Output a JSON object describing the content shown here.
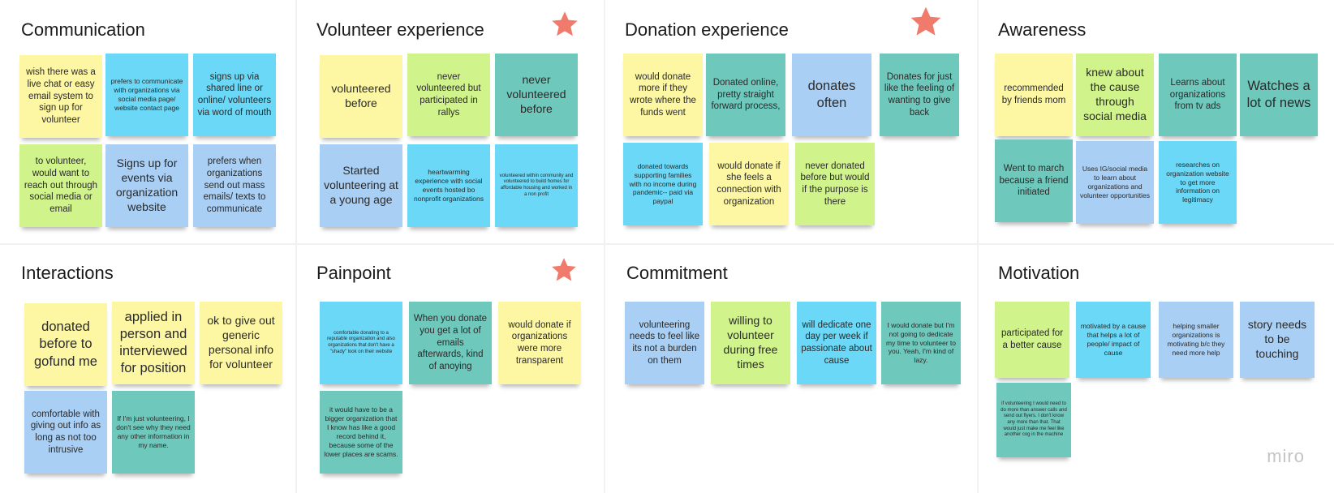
{
  "colors": {
    "yellow": "#fdf7a4",
    "green": "#d0f38c",
    "cyan": "#6ad8f6",
    "blue": "#a9cff4",
    "teal": "#6fc8bc",
    "star": "#f07b6c"
  },
  "watermark": "miro",
  "sections": {
    "communication": {
      "title": "Communication",
      "notes": [
        "wish there was a live chat or easy email system to sign up for volunteer",
        "prefers to communicate with organizations via social media page/ website contact page",
        "signs up via shared line or online/ volunteers via word of mouth",
        "to volunteer, would want to reach out through social media or email",
        "Signs up for events via organization website",
        "prefers when organizations send out mass emails/ texts to communicate"
      ]
    },
    "volunteer": {
      "title": "Volunteer experience",
      "starred": true,
      "notes": [
        "volunteered before",
        "never volunteered but participated in rallys",
        "never volunteered before",
        "Started volunteering at a young age",
        "heartwarming experience with social events hosted bo nonprofit organizations",
        "volunteered within community and volunteered to build homes for affordable housing and worked in a non profit"
      ]
    },
    "donation": {
      "title": "Donation experience",
      "starred": true,
      "notes": [
        "would donate more if they wrote where the funds went",
        "Donated online, pretty straight forward process,",
        "donates often",
        "Donates for just like the feeling of wanting to give back",
        "donated towards supporting families with no income during pandemic-- paid via paypal",
        "would donate if she feels a connection with organization",
        "never donated before but would if the purpose is there"
      ]
    },
    "awareness": {
      "title": "Awareness",
      "notes": [
        "recommended by friends mom",
        "knew about the cause through social media",
        "Learns about organizations from tv ads",
        "Watches a lot of news",
        "Went to march because a friend initiated",
        "Uses IG/social media to learn about organizations and volunteer opportunities",
        "researches on organization website to get more information on legitimacy"
      ]
    },
    "interactions": {
      "title": "Interactions",
      "notes": [
        "donated before to gofund me",
        "applied in person and interviewed for position",
        "ok to give out generic personal info for volunteer",
        "comfortable with giving out info as long as not too intrusive",
        "If I'm just volunteering, I don't see why they need any other information in my name."
      ]
    },
    "painpoint": {
      "title": "Painpoint",
      "starred": true,
      "notes": [
        "comfortable donating to a reputable organization and also organizations that don't have a \"shady\" look on their website",
        "When you donate you get a lot of emails afterwards, kind of anoying",
        "would donate if organizations were more transparent",
        "it would have to be a bigger organization that I know has like a good record behind it, because some of the lower places are scams."
      ]
    },
    "commitment": {
      "title": "Commitment",
      "notes": [
        "volunteering needs to feel like its not a burden on them",
        "willing to volunteer during free times",
        "will dedicate one day per week if passionate about cause",
        "I would donate but I'm not going to dedicate my time to volunteer to you. Yeah, I'm kind of lazy."
      ]
    },
    "motivation": {
      "title": "Motivation",
      "notes": [
        "participated for a better cause",
        "motivated by a cause that helps a lot of people/ impact of cause",
        "helping smaller organizations is motivating b/c they need more help",
        "story needs to be touching",
        "if volunteering I would need to do more than answer calls and send out flyers. I don't know any more than that. That would just make me feel like another cog in the machine"
      ]
    }
  }
}
